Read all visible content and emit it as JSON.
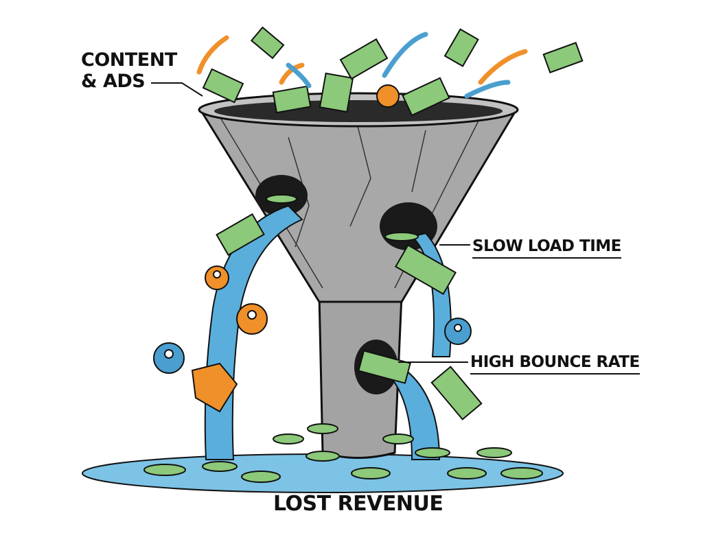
{
  "labels": {
    "content_line1": "CONTENT",
    "content_line2": "& ADS",
    "slow_load": "SLOW LOAD TIME",
    "high_bounce": "HIGH BOUNCE RATE",
    "lost_revenue": "LOST REVENUE"
  },
  "colors": {
    "funnel": "#9a9a9a",
    "water": "#5aaedb",
    "money": "#7fbf6a",
    "accent_orange": "#f0902a",
    "accent_blue": "#4a9fd0"
  }
}
